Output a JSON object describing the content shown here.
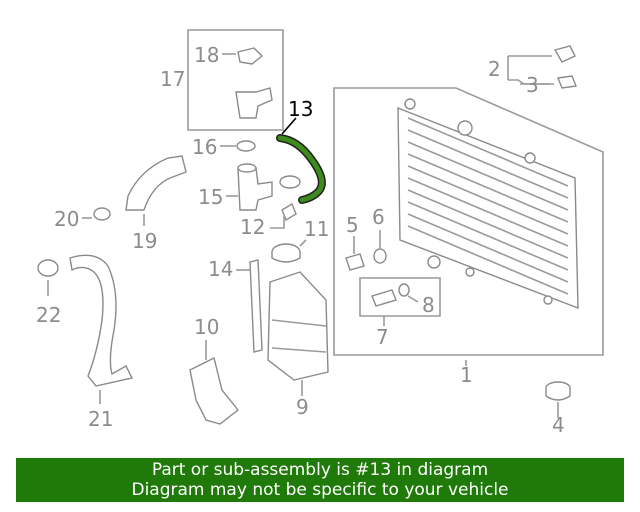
{
  "callouts": {
    "c1": "1",
    "c2": "2",
    "c3": "3",
    "c4": "4",
    "c5": "5",
    "c6": "6",
    "c7": "7",
    "c8": "8",
    "c9": "9",
    "c10": "10",
    "c11": "11",
    "c12": "12",
    "c13": "13",
    "c14": "14",
    "c15": "15",
    "c16": "16",
    "c17": "17",
    "c18": "18",
    "c19": "19",
    "c20": "20",
    "c21": "21",
    "c22": "22"
  },
  "highlight_color": "#1f5a12",
  "banner": {
    "line1": "Part or sub-assembly is #13 in diagram",
    "line2": "Diagram may not be specific to your vehicle",
    "background": "#1f7a0a"
  }
}
